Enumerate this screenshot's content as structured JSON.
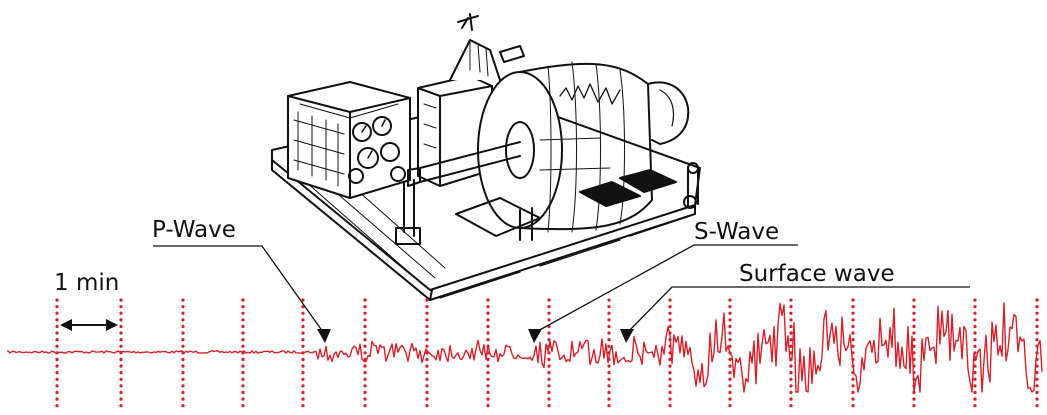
{
  "labels": {
    "p_wave": "P-Wave",
    "s_wave": "S-Wave",
    "surface_wave": "Surface wave",
    "time_scale": "1 min"
  },
  "colors": {
    "trace": "#d8202a",
    "ink": "#111111",
    "background": "#ffffff"
  },
  "icons": {
    "illustration": "drum-seismograph-icon",
    "arrow": "arrow-down-icon",
    "scale": "double-arrow-icon"
  }
}
